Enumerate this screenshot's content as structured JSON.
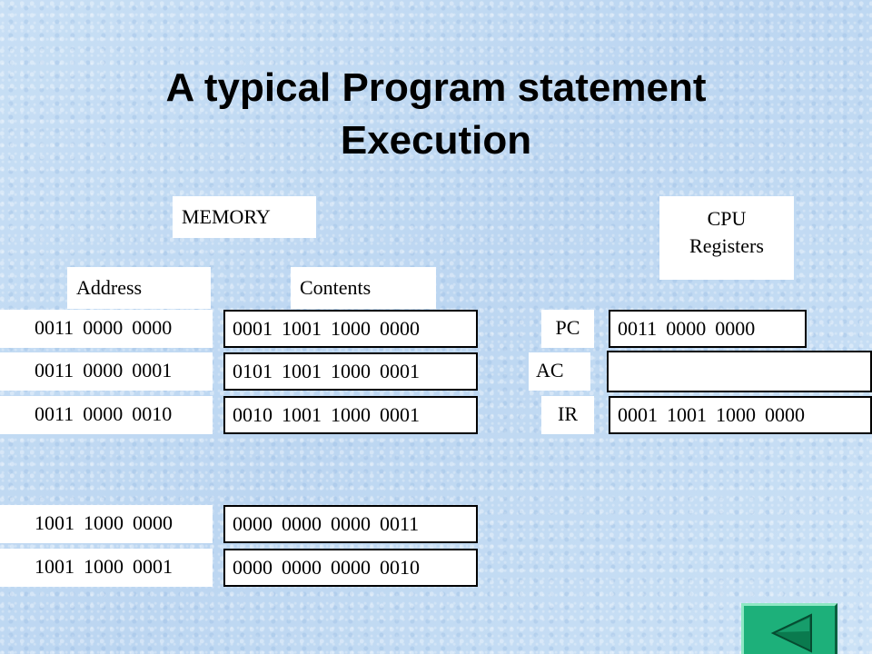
{
  "title": {
    "line1": "A typical Program statement",
    "line2": "Execution"
  },
  "labels": {
    "memory": "MEMORY",
    "cpu_line1": "CPU",
    "cpu_line2": "Registers",
    "address": "Address",
    "contents": "Contents"
  },
  "memory": {
    "rows": [
      {
        "address": [
          "0011",
          "0000",
          "0000"
        ],
        "contents": [
          "0001",
          "1001",
          "1000",
          "0000"
        ]
      },
      {
        "address": [
          "0011",
          "0000",
          "0001"
        ],
        "contents": [
          "0101",
          "1001",
          "1000",
          "0001"
        ]
      },
      {
        "address": [
          "0011",
          "0000",
          "0010"
        ],
        "contents": [
          "0010",
          "1001",
          "1000",
          "0001"
        ]
      },
      {
        "address": [
          "1001",
          "1000",
          "0000"
        ],
        "contents": [
          "0000",
          "0000",
          "0000",
          "0011"
        ]
      },
      {
        "address": [
          "1001",
          "1000",
          "0001"
        ],
        "contents": [
          "0000",
          "0000",
          "0000",
          "0010"
        ]
      }
    ]
  },
  "registers": {
    "pc": {
      "label": "PC",
      "value": [
        "0011",
        "0000",
        "0000"
      ]
    },
    "ac": {
      "label": "AC",
      "value": [
        "",
        "",
        "",
        ""
      ]
    },
    "ir": {
      "label": "IR",
      "value": [
        "0001",
        "1001",
        "1000",
        "0000"
      ]
    }
  },
  "nav": {
    "icon": "back-triangle-icon",
    "color": "#1db07a"
  }
}
